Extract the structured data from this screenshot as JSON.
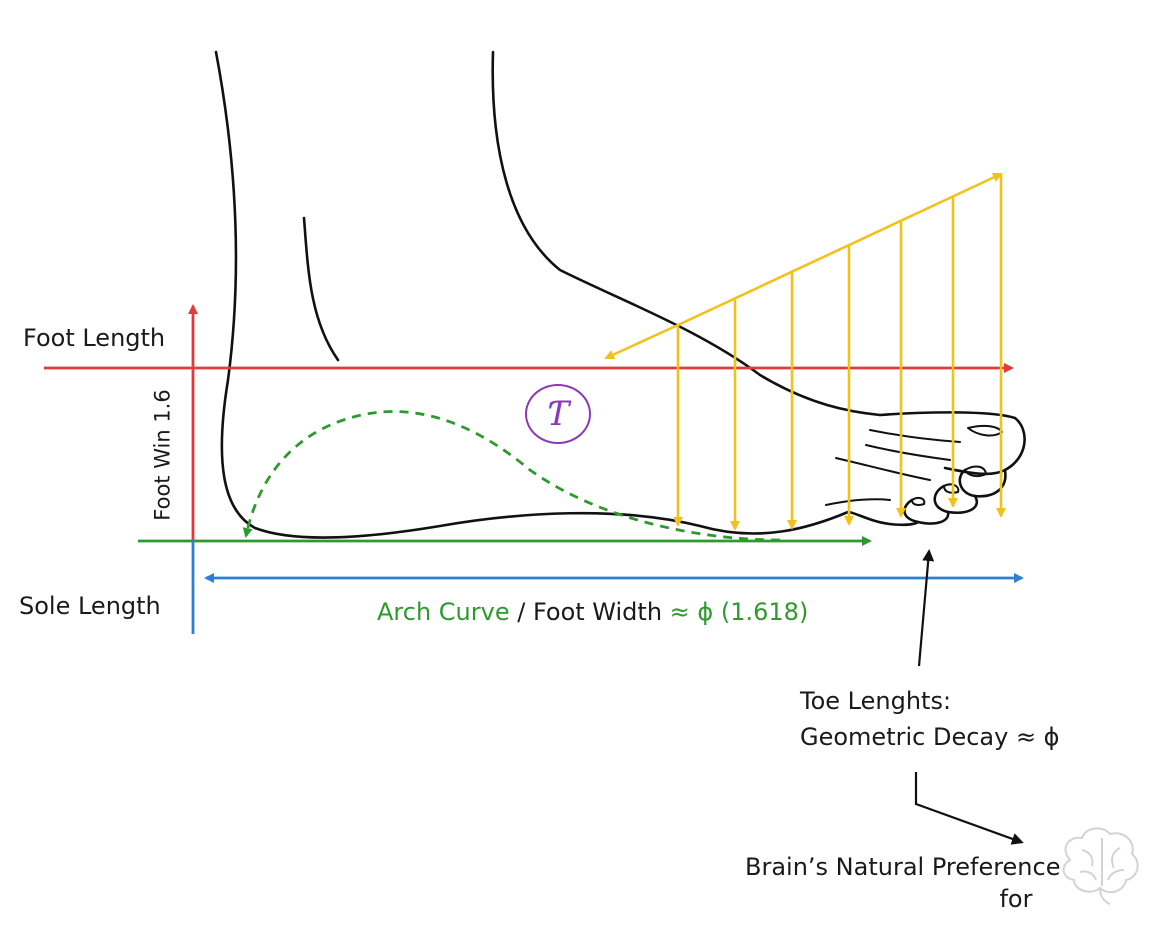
{
  "labels": {
    "foot_length": "Foot Length",
    "foot_width": "Foot Win 1.6",
    "sole_length": "Sole Length",
    "ratio_arch": "Arch Curve",
    "ratio_middle": " / Foot Width ",
    "ratio_value": "≈ ϕ (1.618)",
    "toe_line1": "Toe Lenghts:",
    "toe_line2": "Geometric Decay ≈ ϕ",
    "brain_line1": "Brain’s Natural Preference",
    "brain_line2": "for",
    "symbol": "Ƭ"
  },
  "colors": {
    "red": "#e03a3a",
    "green": "#2e9a2e",
    "blue": "#2f7fd0",
    "yellow": "#f2c21b",
    "purple": "#8a3ab9",
    "ink": "#111111"
  },
  "icons": {
    "brain": "brain-icon"
  }
}
